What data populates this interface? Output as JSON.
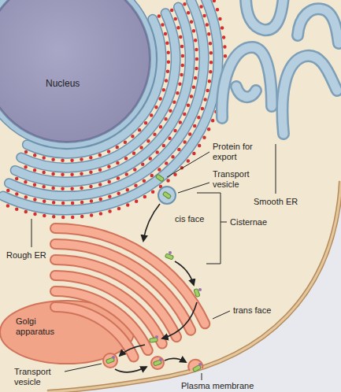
{
  "diagram": {
    "labels": [
      "Nucleus",
      "Protein for export",
      "Transport vesicle",
      "Smooth ER",
      "cis face",
      "Cisternae",
      "Rough ER",
      "Golgi apparatus",
      "trans face",
      "Transport vesicle",
      "Plasma membrane"
    ]
  }
}
